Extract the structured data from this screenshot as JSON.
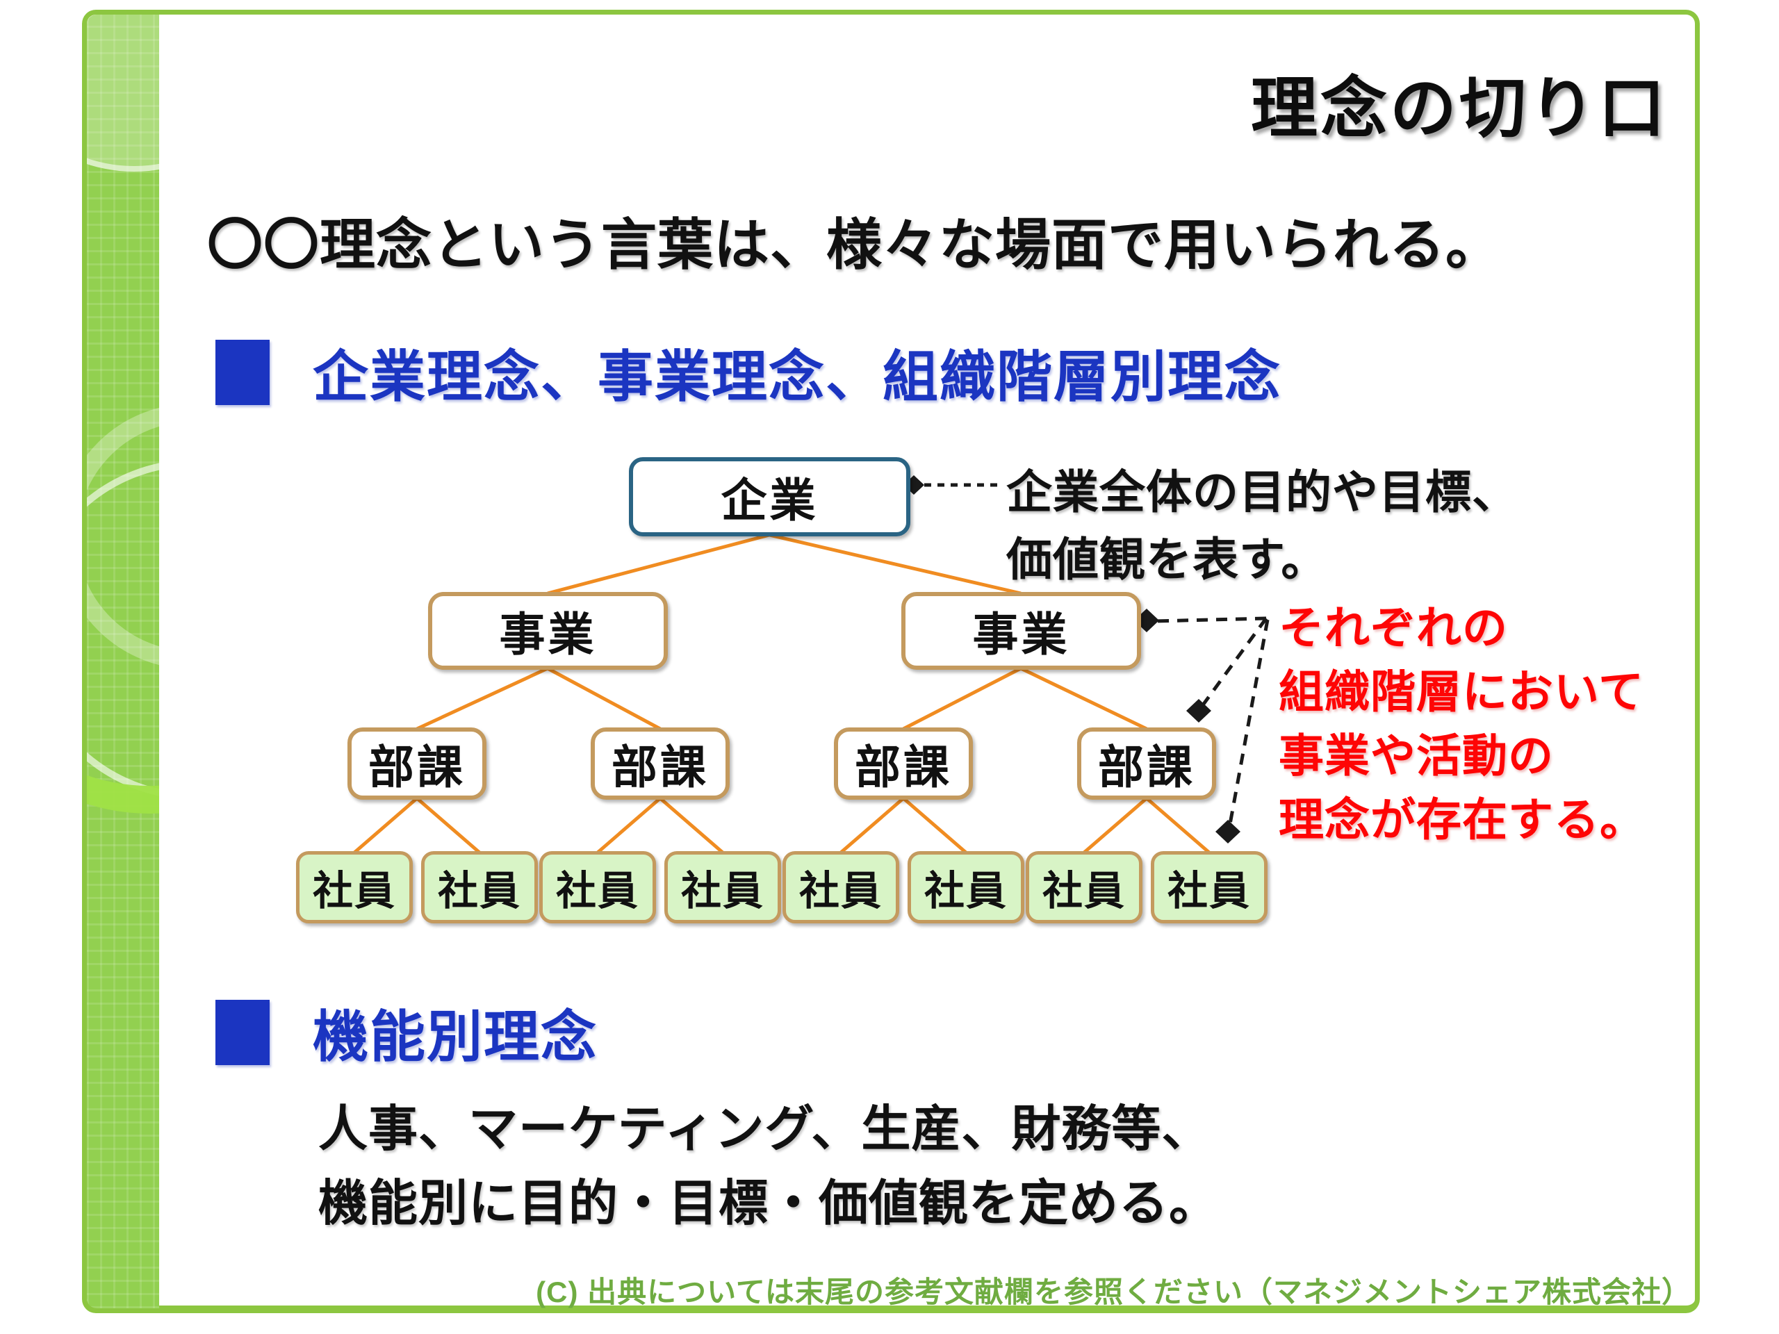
{
  "slide": {
    "title": "理念の切り口",
    "intro": "〇〇理念という言葉は、様々な場面で用いられる。",
    "section1": {
      "heading": "企業理念、事業理念、組織階層別理念"
    },
    "section2": {
      "heading": "機能別理念",
      "body_line1": "人事、マーケティング、生産、財務等、",
      "body_line2": "機能別に目的・目標・価値観を定める。"
    },
    "footer": {
      "credit": "(C) 出典については末尾の参考文献欄を参照ください（マネジメントシェア株式会社）"
    }
  },
  "diagram": {
    "type": "org-tree",
    "kigyo": "企業",
    "jigyo": [
      "事業",
      "事業"
    ],
    "buka": [
      "部課",
      "部課",
      "部課",
      "部課"
    ],
    "shain": [
      "社員",
      "社員",
      "社員",
      "社員",
      "社員",
      "社員",
      "社員",
      "社員"
    ],
    "note_kigyo_line1": "企業全体の目的や目標、",
    "note_kigyo_line2": "価値観を表す。",
    "note_red_line1": "それぞれの",
    "note_red_line2": "組織階層において",
    "note_red_line3": "事業や活動の",
    "note_red_line4": "理念が存在する。"
  },
  "colors": {
    "heading_blue": "#1B35C1",
    "note_red": "#FE0505",
    "connector_orange": "#F08C21",
    "box_tan_border": "#C49A5E",
    "kigyo_border_teal": "#2A6484",
    "shain_fill_green": "#D8F4C6",
    "band_green": "#92D050",
    "frame_green": "#8CC640",
    "footer_green": "#6FAC41"
  }
}
